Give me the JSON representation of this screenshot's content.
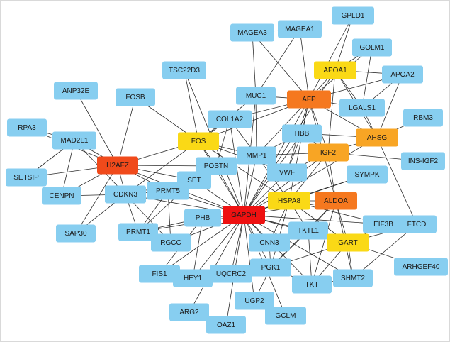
{
  "colors": {
    "default": "#87cef0",
    "red": "#ee1111",
    "redorange": "#f04a1b",
    "orange": "#f5781f",
    "lightorange": "#f8a524",
    "yellow": "#fad916"
  },
  "nodes": [
    {
      "id": "GPLD1",
      "level": "default"
    },
    {
      "id": "MAGEA3",
      "level": "default"
    },
    {
      "id": "MAGEA1",
      "level": "default"
    },
    {
      "id": "GOLM1",
      "level": "default"
    },
    {
      "id": "APOA1",
      "level": "yellow"
    },
    {
      "id": "APOA2",
      "level": "default"
    },
    {
      "id": "TSC22D3",
      "level": "default"
    },
    {
      "id": "ANP32E",
      "level": "default"
    },
    {
      "id": "FOSB",
      "level": "default"
    },
    {
      "id": "MUC1",
      "level": "default"
    },
    {
      "id": "AFP",
      "level": "orange"
    },
    {
      "id": "LGALS1",
      "level": "default"
    },
    {
      "id": "RBM3",
      "level": "default"
    },
    {
      "id": "COL1A2",
      "level": "default"
    },
    {
      "id": "RPA3",
      "level": "default"
    },
    {
      "id": "MAD2L1",
      "level": "default"
    },
    {
      "id": "FOS",
      "level": "yellow"
    },
    {
      "id": "HBB",
      "level": "default"
    },
    {
      "id": "AHSG",
      "level": "lightorange"
    },
    {
      "id": "H2AFZ",
      "level": "redorange"
    },
    {
      "id": "MMP1",
      "level": "default"
    },
    {
      "id": "IGF2",
      "level": "lightorange"
    },
    {
      "id": "INS-IGF2",
      "level": "default"
    },
    {
      "id": "POSTN",
      "level": "default"
    },
    {
      "id": "SETSIP",
      "level": "default"
    },
    {
      "id": "VWF",
      "level": "default"
    },
    {
      "id": "SYMPK",
      "level": "default"
    },
    {
      "id": "SET",
      "level": "default"
    },
    {
      "id": "PRMT5",
      "level": "default"
    },
    {
      "id": "CENPN",
      "level": "default"
    },
    {
      "id": "CDKN3",
      "level": "default"
    },
    {
      "id": "HSPA8",
      "level": "yellow"
    },
    {
      "id": "ALDOA",
      "level": "orange"
    },
    {
      "id": "GAPDH",
      "level": "red"
    },
    {
      "id": "PHB",
      "level": "default"
    },
    {
      "id": "EIF3B",
      "level": "default"
    },
    {
      "id": "FTCD",
      "level": "default"
    },
    {
      "id": "SAP30",
      "level": "default"
    },
    {
      "id": "PRMT1",
      "level": "default"
    },
    {
      "id": "TKTL1",
      "level": "default"
    },
    {
      "id": "GART",
      "level": "yellow"
    },
    {
      "id": "RGCC",
      "level": "default"
    },
    {
      "id": "CNN3",
      "level": "default"
    },
    {
      "id": "ARHGEF40",
      "level": "default"
    },
    {
      "id": "PGK1",
      "level": "default"
    },
    {
      "id": "FIS1",
      "level": "default"
    },
    {
      "id": "HEY1",
      "level": "default"
    },
    {
      "id": "UQCRC2",
      "level": "default"
    },
    {
      "id": "SHMT2",
      "level": "default"
    },
    {
      "id": "TKT",
      "level": "default"
    },
    {
      "id": "UGP2",
      "level": "default"
    },
    {
      "id": "ARG2",
      "level": "default"
    },
    {
      "id": "GCLM",
      "level": "default"
    },
    {
      "id": "OAZ1",
      "level": "default"
    }
  ],
  "edges": [
    [
      "GAPDH",
      "HSPA8"
    ],
    [
      "GAPDH",
      "ALDOA"
    ],
    [
      "GAPDH",
      "PGK1"
    ],
    [
      "GAPDH",
      "TKT"
    ],
    [
      "GAPDH",
      "TKTL1"
    ],
    [
      "GAPDH",
      "GART"
    ],
    [
      "GAPDH",
      "CNN3"
    ],
    [
      "GAPDH",
      "PHB"
    ],
    [
      "GAPDH",
      "HEY1"
    ],
    [
      "GAPDH",
      "UQCRC2"
    ],
    [
      "GAPDH",
      "UGP2"
    ],
    [
      "GAPDH",
      "GCLM"
    ],
    [
      "GAPDH",
      "OAZ1"
    ],
    [
      "GAPDH",
      "ARG2"
    ],
    [
      "GAPDH",
      "FIS1"
    ],
    [
      "GAPDH",
      "RGCC"
    ],
    [
      "GAPDH",
      "PRMT1"
    ],
    [
      "GAPDH",
      "PRMT5"
    ],
    [
      "GAPDH",
      "SET"
    ],
    [
      "GAPDH",
      "CDKN3"
    ],
    [
      "GAPDH",
      "H2AFZ"
    ],
    [
      "GAPDH",
      "POSTN"
    ],
    [
      "GAPDH",
      "FOS"
    ],
    [
      "GAPDH",
      "MMP1"
    ],
    [
      "GAPDH",
      "COL1A2"
    ],
    [
      "GAPDH",
      "MUC1"
    ],
    [
      "GAPDH",
      "AFP"
    ],
    [
      "GAPDH",
      "IGF2"
    ],
    [
      "GAPDH",
      "VWF"
    ],
    [
      "GAPDH",
      "HBB"
    ],
    [
      "GAPDH",
      "SHMT2"
    ],
    [
      "GAPDH",
      "SYMPK"
    ],
    [
      "GAPDH",
      "AHSG"
    ],
    [
      "GAPDH",
      "EIF3B"
    ],
    [
      "GAPDH",
      "APOA1"
    ],
    [
      "GAPDH",
      "TSC22D3"
    ],
    [
      "AFP",
      "APOA1"
    ],
    [
      "AFP",
      "APOA2"
    ],
    [
      "AFP",
      "GOLM1"
    ],
    [
      "AFP",
      "LGALS1"
    ],
    [
      "AFP",
      "AHSG"
    ],
    [
      "AFP",
      "IGF2"
    ],
    [
      "AFP",
      "HBB"
    ],
    [
      "AFP",
      "MAGEA1"
    ],
    [
      "AFP",
      "MAGEA3"
    ],
    [
      "AFP",
      "MUC1"
    ],
    [
      "AFP",
      "VWF"
    ],
    [
      "AFP",
      "MMP1"
    ],
    [
      "AFP",
      "FOS"
    ],
    [
      "AFP",
      "HSPA8"
    ],
    [
      "AFP",
      "ALDOA"
    ],
    [
      "AFP",
      "GPLD1"
    ],
    [
      "AFP",
      "COL1A2"
    ],
    [
      "APOA1",
      "APOA2"
    ],
    [
      "APOA1",
      "GOLM1"
    ],
    [
      "APOA1",
      "LGALS1"
    ],
    [
      "APOA1",
      "AHSG"
    ],
    [
      "APOA1",
      "GPLD1"
    ],
    [
      "APOA1",
      "IGF2"
    ],
    [
      "APOA2",
      "AHSG"
    ],
    [
      "APOA2",
      "LGALS1"
    ],
    [
      "GOLM1",
      "LGALS1"
    ],
    [
      "AHSG",
      "IGF2"
    ],
    [
      "AHSG",
      "RBM3"
    ],
    [
      "AHSG",
      "HBB"
    ],
    [
      "AHSG",
      "FTCD"
    ],
    [
      "AHSG",
      "LGALS1"
    ],
    [
      "IGF2",
      "INS-IGF2"
    ],
    [
      "IGF2",
      "VWF"
    ],
    [
      "IGF2",
      "HBB"
    ],
    [
      "IGF2",
      "MMP1"
    ],
    [
      "IGF2",
      "HSPA8"
    ],
    [
      "IGF2",
      "ALDOA"
    ],
    [
      "HSPA8",
      "ALDOA"
    ],
    [
      "HSPA8",
      "SYMPK"
    ],
    [
      "HSPA8",
      "EIF3B"
    ],
    [
      "HSPA8",
      "GART"
    ],
    [
      "HSPA8",
      "TKTL1"
    ],
    [
      "HSPA8",
      "CNN3"
    ],
    [
      "HSPA8",
      "PGK1"
    ],
    [
      "HSPA8",
      "FOS"
    ],
    [
      "HSPA8",
      "MMP1"
    ],
    [
      "ALDOA",
      "GART"
    ],
    [
      "ALDOA",
      "TKT"
    ],
    [
      "ALDOA",
      "PGK1"
    ],
    [
      "ALDOA",
      "TKTL1"
    ],
    [
      "ALDOA",
      "SHMT2"
    ],
    [
      "GART",
      "SHMT2"
    ],
    [
      "GART",
      "ARHGEF40"
    ],
    [
      "GART",
      "TKT"
    ],
    [
      "GART",
      "PGK1"
    ],
    [
      "GART",
      "FTCD"
    ],
    [
      "GART",
      "EIF3B"
    ],
    [
      "TKTL1",
      "TKT"
    ],
    [
      "TKTL1",
      "PGK1"
    ],
    [
      "TKT",
      "PGK1"
    ],
    [
      "SHMT2",
      "FTCD"
    ],
    [
      "SHMT2",
      "TKT"
    ],
    [
      "FOS",
      "FOSB"
    ],
    [
      "FOS",
      "MMP1"
    ],
    [
      "FOS",
      "COL1A2"
    ],
    [
      "FOS",
      "POSTN"
    ],
    [
      "FOS",
      "H2AFZ"
    ],
    [
      "FOS",
      "MUC1"
    ],
    [
      "FOS",
      "CDKN3"
    ],
    [
      "FOS",
      "VWF"
    ],
    [
      "FOS",
      "TSC22D3"
    ],
    [
      "MMP1",
      "COL1A2"
    ],
    [
      "MMP1",
      "POSTN"
    ],
    [
      "MMP1",
      "VWF"
    ],
    [
      "MMP1",
      "MUC1"
    ],
    [
      "MMP1",
      "HBB"
    ],
    [
      "COL1A2",
      "POSTN"
    ],
    [
      "MUC1",
      "MAGEA3"
    ],
    [
      "MUC1",
      "MAGEA1"
    ],
    [
      "MAGEA3",
      "MAGEA1"
    ],
    [
      "H2AFZ",
      "ANP32E"
    ],
    [
      "H2AFZ",
      "FOSB"
    ],
    [
      "H2AFZ",
      "RPA3"
    ],
    [
      "H2AFZ",
      "MAD2L1"
    ],
    [
      "H2AFZ",
      "SETSIP"
    ],
    [
      "H2AFZ",
      "CENPN"
    ],
    [
      "H2AFZ",
      "SAP30"
    ],
    [
      "H2AFZ",
      "CDKN3"
    ],
    [
      "H2AFZ",
      "SET"
    ],
    [
      "H2AFZ",
      "PRMT5"
    ],
    [
      "H2AFZ",
      "POSTN"
    ],
    [
      "MAD2L1",
      "RPA3"
    ],
    [
      "MAD2L1",
      "CDKN3"
    ],
    [
      "MAD2L1",
      "CENPN"
    ],
    [
      "MAD2L1",
      "SETSIP"
    ],
    [
      "CDKN3",
      "CENPN"
    ],
    [
      "CDKN3",
      "PRMT1"
    ],
    [
      "CDKN3",
      "RGCC"
    ],
    [
      "CDKN3",
      "SAP30"
    ],
    [
      "CDKN3",
      "SET"
    ],
    [
      "CDKN3",
      "PRMT5"
    ],
    [
      "PRMT5",
      "SET"
    ],
    [
      "PRMT5",
      "PRMT1"
    ],
    [
      "PRMT5",
      "RGCC"
    ],
    [
      "SET",
      "PRMT1"
    ],
    [
      "SET",
      "POSTN"
    ],
    [
      "PHB",
      "HEY1"
    ],
    [
      "PHB",
      "FIS1"
    ],
    [
      "PHB",
      "PRMT1"
    ],
    [
      "UQCRC2",
      "HEY1"
    ],
    [
      "UGP2",
      "PGK1"
    ],
    [
      "UGP2",
      "GCLM"
    ],
    [
      "CNN3",
      "TKTL1"
    ],
    [
      "CNN3",
      "PGK1"
    ],
    [
      "VWF",
      "HBB"
    ]
  ]
}
